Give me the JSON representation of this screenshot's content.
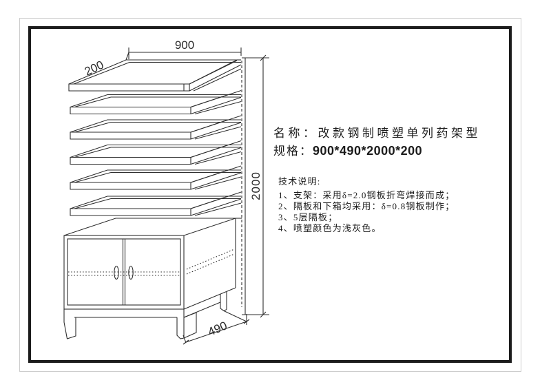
{
  "colors": {
    "background": "#ffffff",
    "outer_border": "#cccccc",
    "inner_border": "#1c1c1c",
    "line": "#2e2e2e",
    "text": "#1b1b1b"
  },
  "product": {
    "name_line": "名称：改款钢制喷塑单列药架型",
    "spec_label": "规格：",
    "spec_value": "900*490*2000*200"
  },
  "tech_notes": {
    "heading": "技术说明:",
    "items": [
      "1、支架：采用δ=2.0钢板折弯焊接而成；",
      "2、隔板和下箱均采用：δ=0.8钢板制作；",
      "3、5层隔板；",
      "4、喷塑颜色为浅灰色。"
    ]
  },
  "dimensions": {
    "shelf_width": "900",
    "shelf_depth": "200",
    "total_height": "2000",
    "cabinet_depth": "490"
  }
}
